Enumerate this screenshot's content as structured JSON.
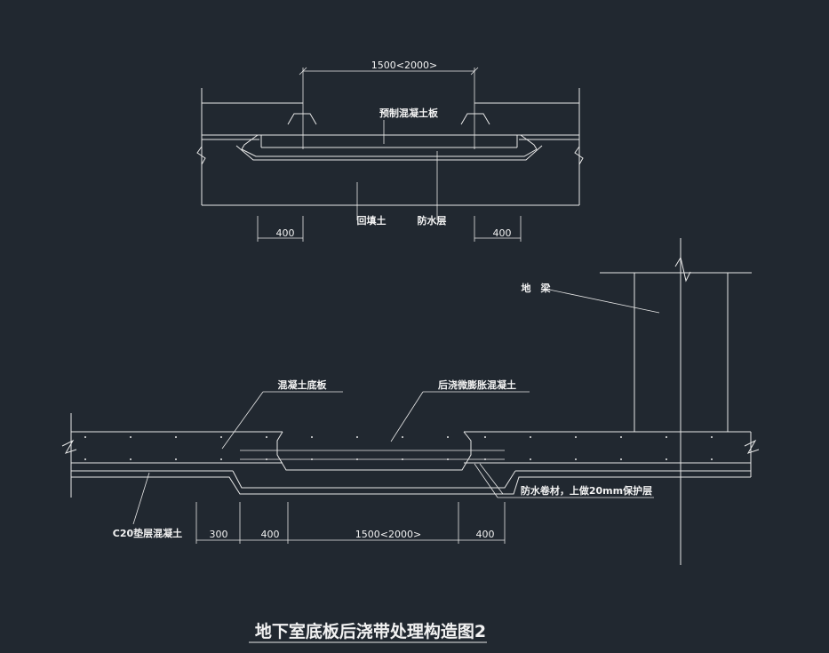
{
  "drawing": {
    "title": "地下室底板后浇带处理构造图2",
    "upper": {
      "dim_top": "1500<2000>",
      "dim_left": "400",
      "dim_right": "400",
      "label_precast": "预制混凝土板",
      "label_backfill": "回填土",
      "label_waterproof": "防水层"
    },
    "lower": {
      "label_ground_beam": "地　梁",
      "label_slab": "混凝土底板",
      "label_post_cast": "后浇微膨胀混凝土",
      "label_cushion": "C20垫层混凝土",
      "label_membrane": "防水卷材，上做20mm保护层",
      "dim_a": "300",
      "dim_b": "400",
      "dim_c": "1500<2000>",
      "dim_d": "400"
    }
  },
  "colors": {
    "background": "#212830",
    "linework": "#e8e8e8"
  }
}
